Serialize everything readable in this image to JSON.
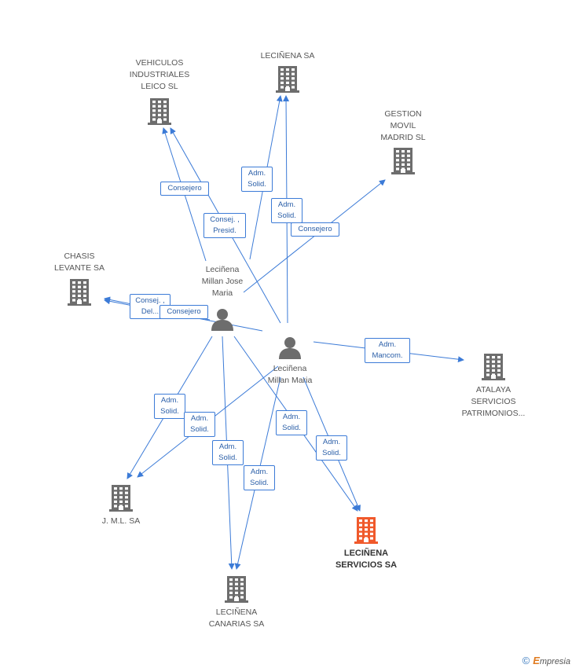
{
  "colors": {
    "edge": "#3c7bd7",
    "building": "#6d6d6d",
    "highlight": "#f0592b",
    "person": "#6d6d6d"
  },
  "nodes": [
    {
      "id": "vehiculos",
      "type": "company",
      "label": "VEHICULOS\nINDUSTRIALES\nLEICO SL",
      "highlight": false
    },
    {
      "id": "lecinena_sa",
      "type": "company",
      "label": "LECIÑENA SA",
      "highlight": false
    },
    {
      "id": "gestion",
      "type": "company",
      "label": "GESTION\nMOVIL\nMADRID SL",
      "highlight": false
    },
    {
      "id": "chasis",
      "type": "company",
      "label": "CHASIS\nLEVANTE SA",
      "highlight": false
    },
    {
      "id": "atalaya",
      "type": "company",
      "label": "ATALAYA\nSERVICIOS\nPATRIMONIOS...",
      "highlight": false
    },
    {
      "id": "jml",
      "type": "company",
      "label": "J. M.L. SA",
      "highlight": false
    },
    {
      "id": "servicios",
      "type": "company",
      "label": "LECIÑENA\nSERVICIOS SA",
      "highlight": true
    },
    {
      "id": "canarias",
      "type": "company",
      "label": "LECIÑENA\nCANARIAS SA",
      "highlight": false
    },
    {
      "id": "jose_maria",
      "type": "person",
      "label": "Leciñena\nMillan Jose\nMaria",
      "highlight": false
    },
    {
      "id": "maria",
      "type": "person",
      "label": "Leciñena\nMillan Maria",
      "highlight": false
    }
  ],
  "edges": [
    {
      "from": "jose_maria",
      "to": "vehiculos",
      "label": "Consejero"
    },
    {
      "from": "maria",
      "to": "vehiculos",
      "label": "Consej. ,\nPresid."
    },
    {
      "from": "jose_maria",
      "to": "lecinena_sa",
      "label": "Adm.\nSolid."
    },
    {
      "from": "maria",
      "to": "lecinena_sa",
      "label": "Adm.\nSolid."
    },
    {
      "from": "jose_maria",
      "to": "gestion",
      "label": "Consejero"
    },
    {
      "from": "jose_maria",
      "to": "chasis",
      "label": "Consej. ,\nDel..."
    },
    {
      "from": "maria",
      "to": "chasis",
      "label": "Consejero"
    },
    {
      "from": "maria",
      "to": "atalaya",
      "label": "Adm.\nMancom."
    },
    {
      "from": "jose_maria",
      "to": "jml",
      "label": "Adm.\nSolid."
    },
    {
      "from": "maria",
      "to": "jml",
      "label": "Adm.\nSolid."
    },
    {
      "from": "jose_maria",
      "to": "canarias",
      "label": "Adm.\nSolid."
    },
    {
      "from": "maria",
      "to": "canarias",
      "label": "Adm.\nSolid."
    },
    {
      "from": "jose_maria",
      "to": "servicios",
      "label": "Adm.\nSolid."
    },
    {
      "from": "maria",
      "to": "servicios",
      "label": "Adm.\nSolid."
    }
  ],
  "footer": {
    "copyright": "©",
    "brand_initial": "E",
    "brand_rest": "mpresia"
  }
}
